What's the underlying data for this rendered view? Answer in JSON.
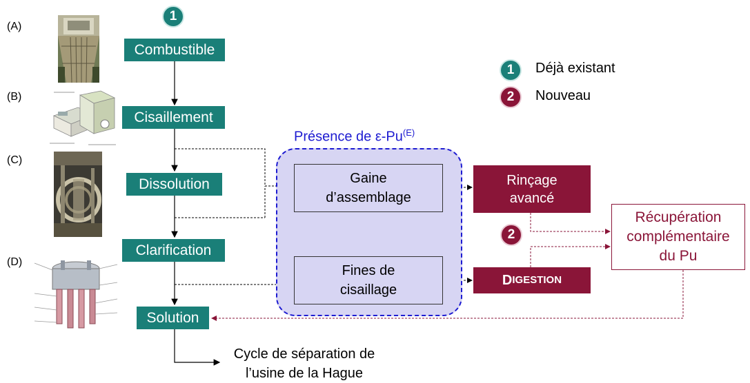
{
  "photo_labels": [
    "(A)",
    "(B)",
    "(C)",
    "(D)"
  ],
  "legend": {
    "existing_number": "1",
    "existing_label": "Déjà existant",
    "new_number": "2",
    "new_label": "Nouveau"
  },
  "flow_top_number": "1",
  "process_steps": [
    "Combustible",
    "Cisaillement",
    "Dissolution",
    "Clarification",
    "Solution"
  ],
  "presence": {
    "title": "Présence de ε-Pu",
    "superscript": "(E)",
    "gaine": "Gaine\nd’assemblage",
    "fines": "Fines de\ncisaillage"
  },
  "new_steps": {
    "rincage": "Rinçage\navancé",
    "digestion_first": "D",
    "digestion_rest": "IGESTION",
    "number": "2"
  },
  "recovery": "Récupération\ncomplémentaire\ndu Pu",
  "output": "Cycle de séparation de\nl’usine de la Hague",
  "colors": {
    "existing": "#1a7f78",
    "new": "#8a1538",
    "presence_border": "#1d1bd1",
    "presence_fill": "#d7d5f3"
  }
}
